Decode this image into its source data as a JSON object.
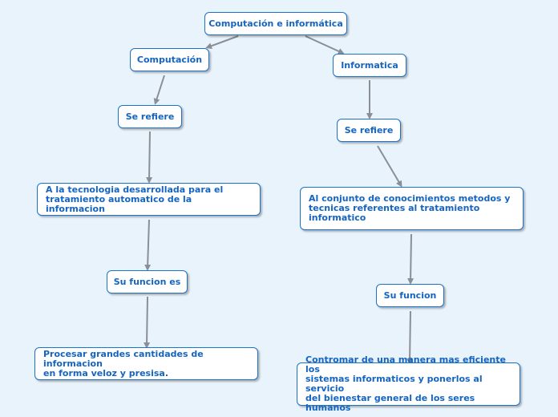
{
  "diagram": {
    "colors": {
      "node_border": "#1a73c8",
      "node_text": "#1565c0",
      "connector": "#8a8f96",
      "background": "#e9f3fb"
    },
    "root": "Computación e informática",
    "left": {
      "title": "Computación",
      "refers": "Se refiere",
      "definition": "A la tecnologia desarrollada para el\ntratamiento automatico de la informacion",
      "function_label": "Su funcion es",
      "function": "Procesar grandes cantidades de informacion\nen forma veloz y presisa."
    },
    "right": {
      "title": "Informatica",
      "refers": "Se refiere",
      "definition": "Al conjunto de conocimientos metodos y\ntecnicas referentes al tratamiento\ninformatico",
      "function_label": "Su funcion",
      "function": "Contromar de una manera mas eficiente los\nsistemas informaticos y ponerlos al servicio\ndel bienestar general de los seres humanos"
    }
  }
}
